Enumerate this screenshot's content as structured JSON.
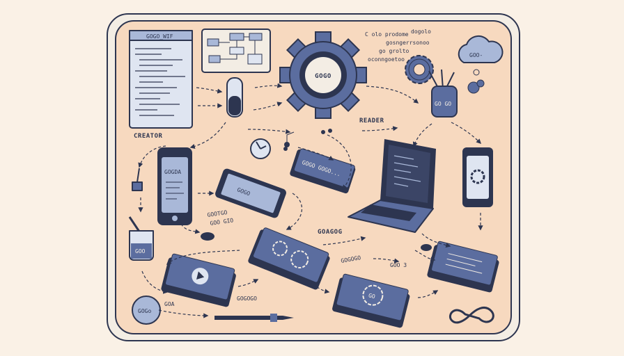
{
  "labels": {
    "gear_center": "GOGO",
    "top_window": "GOGO_WIF",
    "top_right_line1": "C olo prodome",
    "top_right_line1b": "dogolo",
    "top_right_line2": "gosngerrsonoo",
    "top_right_line3": "go grolto",
    "top_right_line4": "oconngoetoo",
    "cloud": "GOO-",
    "jar": "GO GO",
    "creator": "CREATOR",
    "reader": "READER",
    "phone_left": "GOGDA",
    "phone_mid": "GOGO",
    "book_top": "GOGO GOGO...",
    "middle_caption": "GOAGOG",
    "left_small_1": "GOOTGO",
    "left_small_2": "GOO GIO",
    "cup": "GOO",
    "logo_badge": "GOGo",
    "logo_caption": "GOA",
    "bottom_caption": "GOGOGO",
    "book_gear": "GO",
    "right_small_1": "GOGOGO",
    "right_small_2": "GOO 3"
  },
  "colors": {
    "background": "#faf1e6",
    "board": "#f7d9bf",
    "board_edge": "#f3ede4",
    "ink": "#2d3550",
    "blue": "#5b6d9f",
    "blue_light": "#a9b8d8",
    "blue_pale": "#dfe5f1"
  },
  "icons": [
    "gear-icon",
    "phone-icon",
    "laptop-icon",
    "book-icon",
    "cloud-icon",
    "jar-icon",
    "flowchart-icon",
    "cup-icon",
    "pen-icon",
    "infinity-icon",
    "compass-icon",
    "note-icon",
    "glue-icon"
  ]
}
